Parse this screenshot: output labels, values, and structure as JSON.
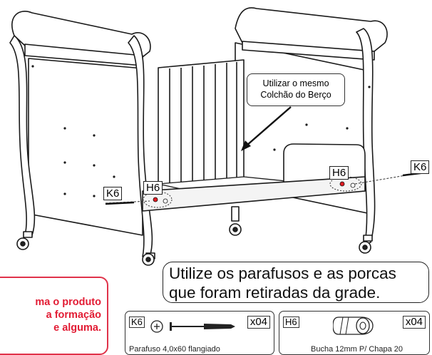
{
  "tags": {
    "k6_right": "K6",
    "h6_right": "H6",
    "h6_left": "H6",
    "k6_left": "K6"
  },
  "mattress_note": {
    "line1": "Utilizar o mesmo",
    "line2": "Colchão do Berço"
  },
  "screws_note": {
    "line1": "Utilize os parafusos e as porcas",
    "line2": "que foram retiradas da grade."
  },
  "warning": {
    "line1": "ma o produto",
    "line2": "a formação",
    "line3": "e alguma."
  },
  "parts": [
    {
      "code": "K6",
      "qty": "x04",
      "desc": "Parafuso 4,0x60 flangiado"
    },
    {
      "code": "H6",
      "qty": "x04",
      "desc": "Bucha 12mm P/ Chapa 20"
    }
  ]
}
